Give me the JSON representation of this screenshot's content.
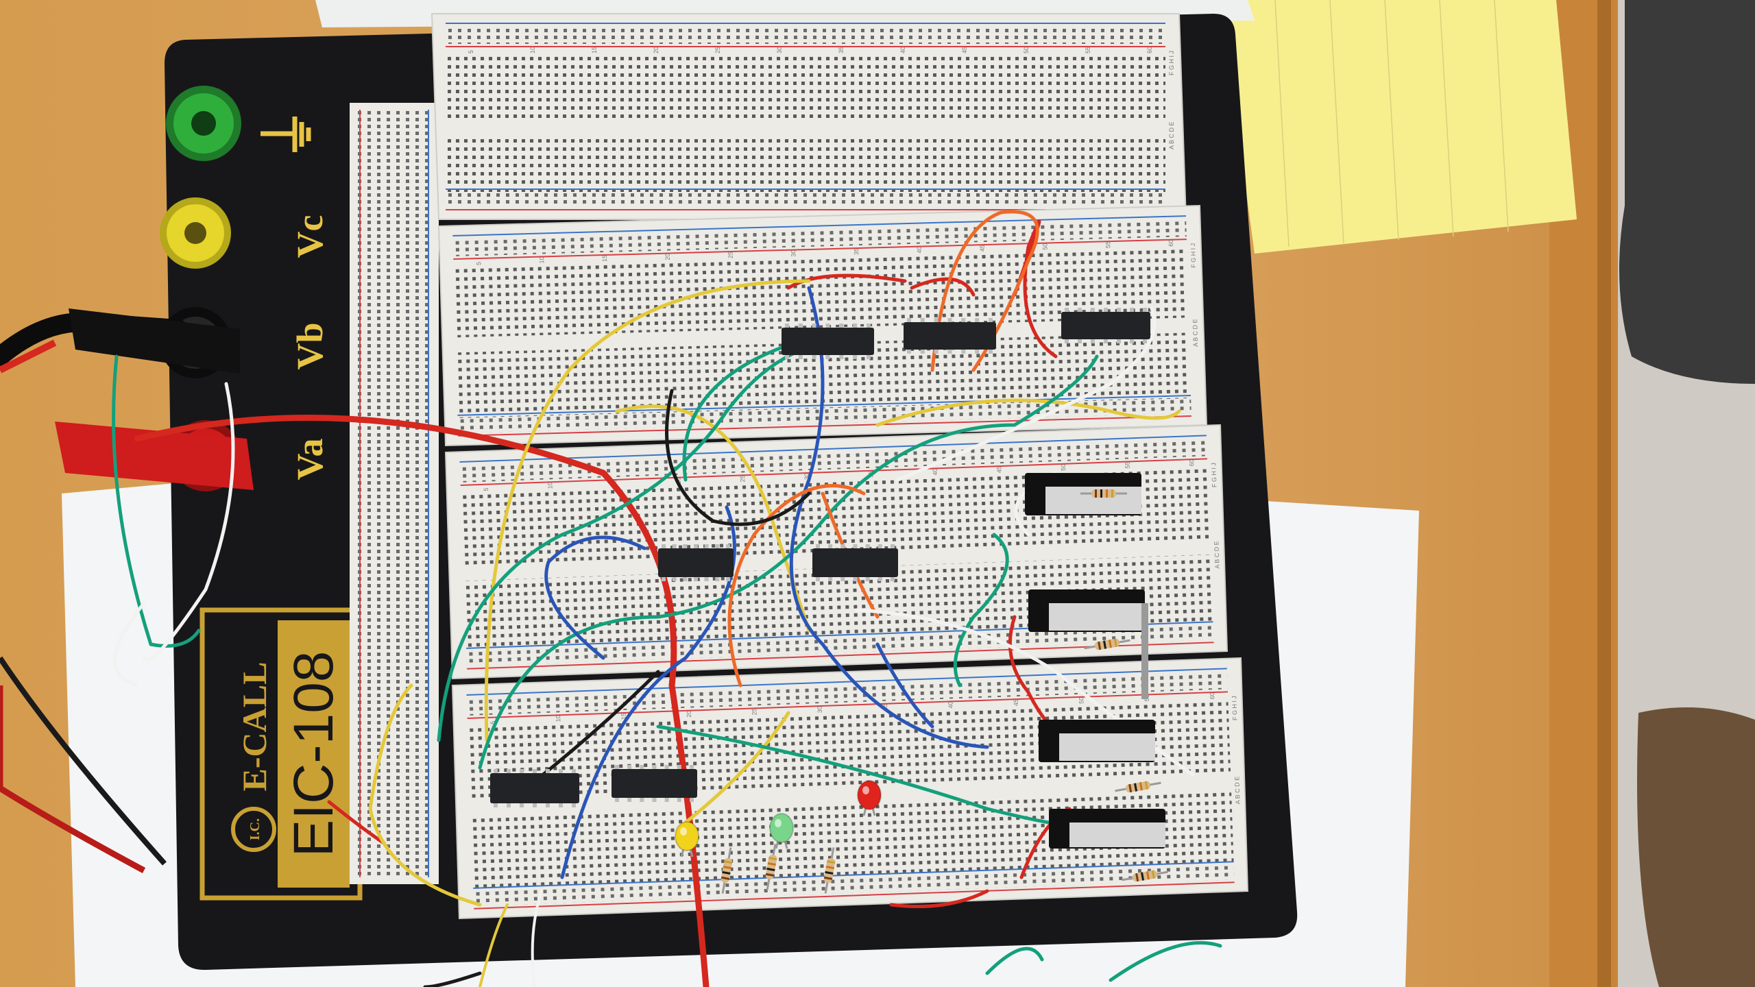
{
  "terminals": [
    {
      "label": "",
      "symbol": "ground",
      "color": "#2fae3c"
    },
    {
      "label": "Vc",
      "color": "#e6d52a"
    },
    {
      "label": "Vb",
      "color": "#222222"
    },
    {
      "label": "Va",
      "color": "#d11b1b"
    }
  ],
  "brand": {
    "maker": "E-CALL",
    "mark": "I.C.",
    "model": "EIC-108"
  },
  "breadboard": {
    "column_numbers": [
      "5",
      "10",
      "15",
      "20",
      "25",
      "30",
      "35",
      "40",
      "45",
      "50",
      "55",
      "60"
    ],
    "row_letters_top": "F G H I J",
    "row_letters_bottom": "A B C D E"
  },
  "components": {
    "ic_count": 7,
    "relay_count": 4,
    "leds": [
      {
        "color": "#f1d21c",
        "name": "yellow"
      },
      {
        "color": "#79d58a",
        "name": "green"
      },
      {
        "color": "#e0231c",
        "name": "red"
      }
    ]
  },
  "colors": {
    "table": "#d79f53",
    "board_base": "#1a1a1c",
    "breadboard": "#ecebe6",
    "rail_red": "#d73f43",
    "rail_blue": "#3b74c8",
    "wire_red": "#d5281f",
    "wire_yellow": "#e3c83a",
    "wire_teal": "#14a07c",
    "wire_blue": "#2a55b8",
    "wire_orange": "#ee6a2a",
    "wire_white": "#f2f2f0",
    "wire_black": "#1a1a1a"
  }
}
